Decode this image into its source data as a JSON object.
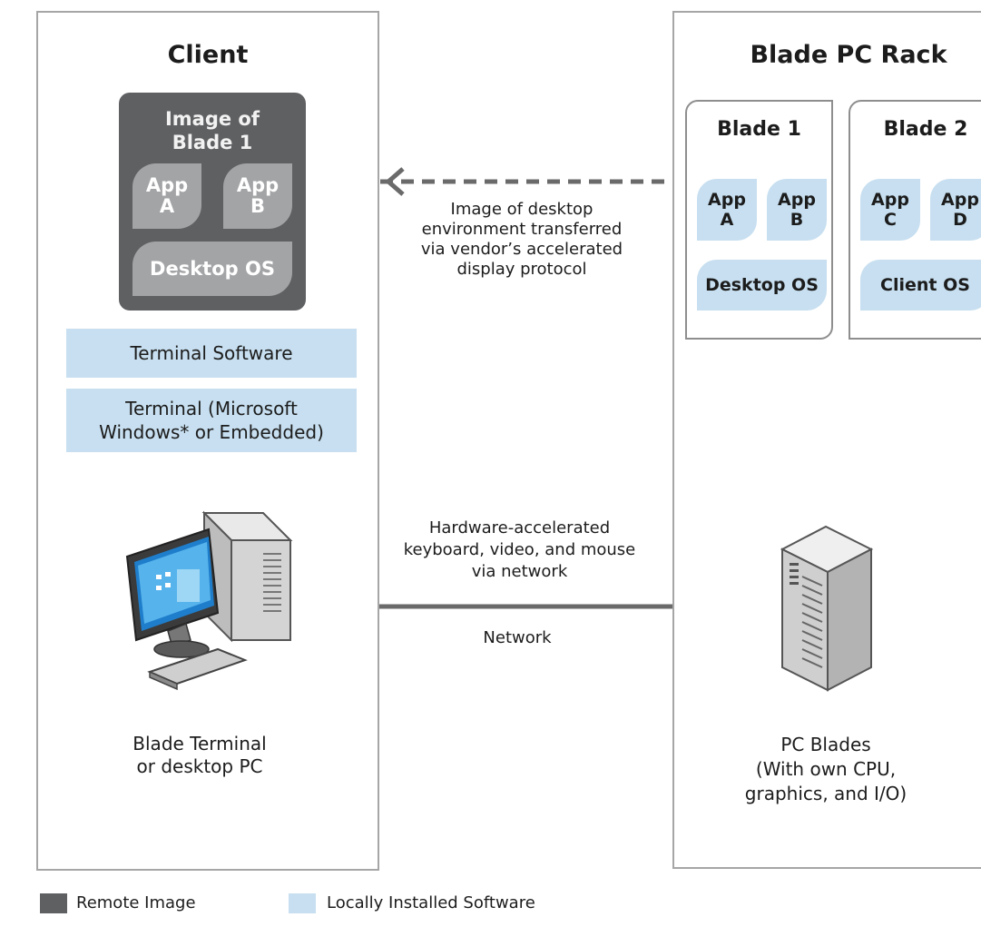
{
  "client": {
    "title": "Client",
    "remote_image_box": {
      "title_line1": "Image of",
      "title_line2": "Blade 1",
      "app_a_line1": "App",
      "app_a_line2": "A",
      "app_b_line1": "App",
      "app_b_line2": "B",
      "os": "Desktop OS"
    },
    "terminal_software": "Terminal Software",
    "terminal_line1": "Terminal (Microsoft",
    "terminal_line2": "Windows* or Embedded)",
    "device_caption_line1": "Blade Terminal",
    "device_caption_line2": "or desktop PC"
  },
  "rack": {
    "title": "Blade PC Rack",
    "blades": [
      {
        "title": "Blade 1",
        "app1_line1": "App",
        "app1_line2": "A",
        "app2_line1": "App",
        "app2_line2": "B",
        "os": "Desktop OS"
      },
      {
        "title": "Blade 2",
        "app1_line1": "App",
        "app1_line2": "C",
        "app2_line1": "App",
        "app2_line2": "D",
        "os": "Client OS"
      }
    ],
    "server_caption_line1": "PC Blades",
    "server_caption_line2": "(With own CPU,",
    "server_caption_line3": "graphics, and I/O)"
  },
  "transfer_caption": {
    "line1": "Image of desktop",
    "line2": "environment transferred",
    "line3": "via vendor’s accelerated",
    "line4": "display protocol"
  },
  "network_caption": {
    "line1": "Hardware-accelerated",
    "line2": "keyboard, video, and mouse",
    "line3": "via network",
    "network_label": "Network"
  },
  "legend": {
    "remote_label": "Remote Image",
    "local_label": "Locally Installed Software"
  },
  "colors": {
    "remote_image": "#5f6062",
    "local_software": "#c7dff0",
    "border": "#a6a6a6"
  }
}
